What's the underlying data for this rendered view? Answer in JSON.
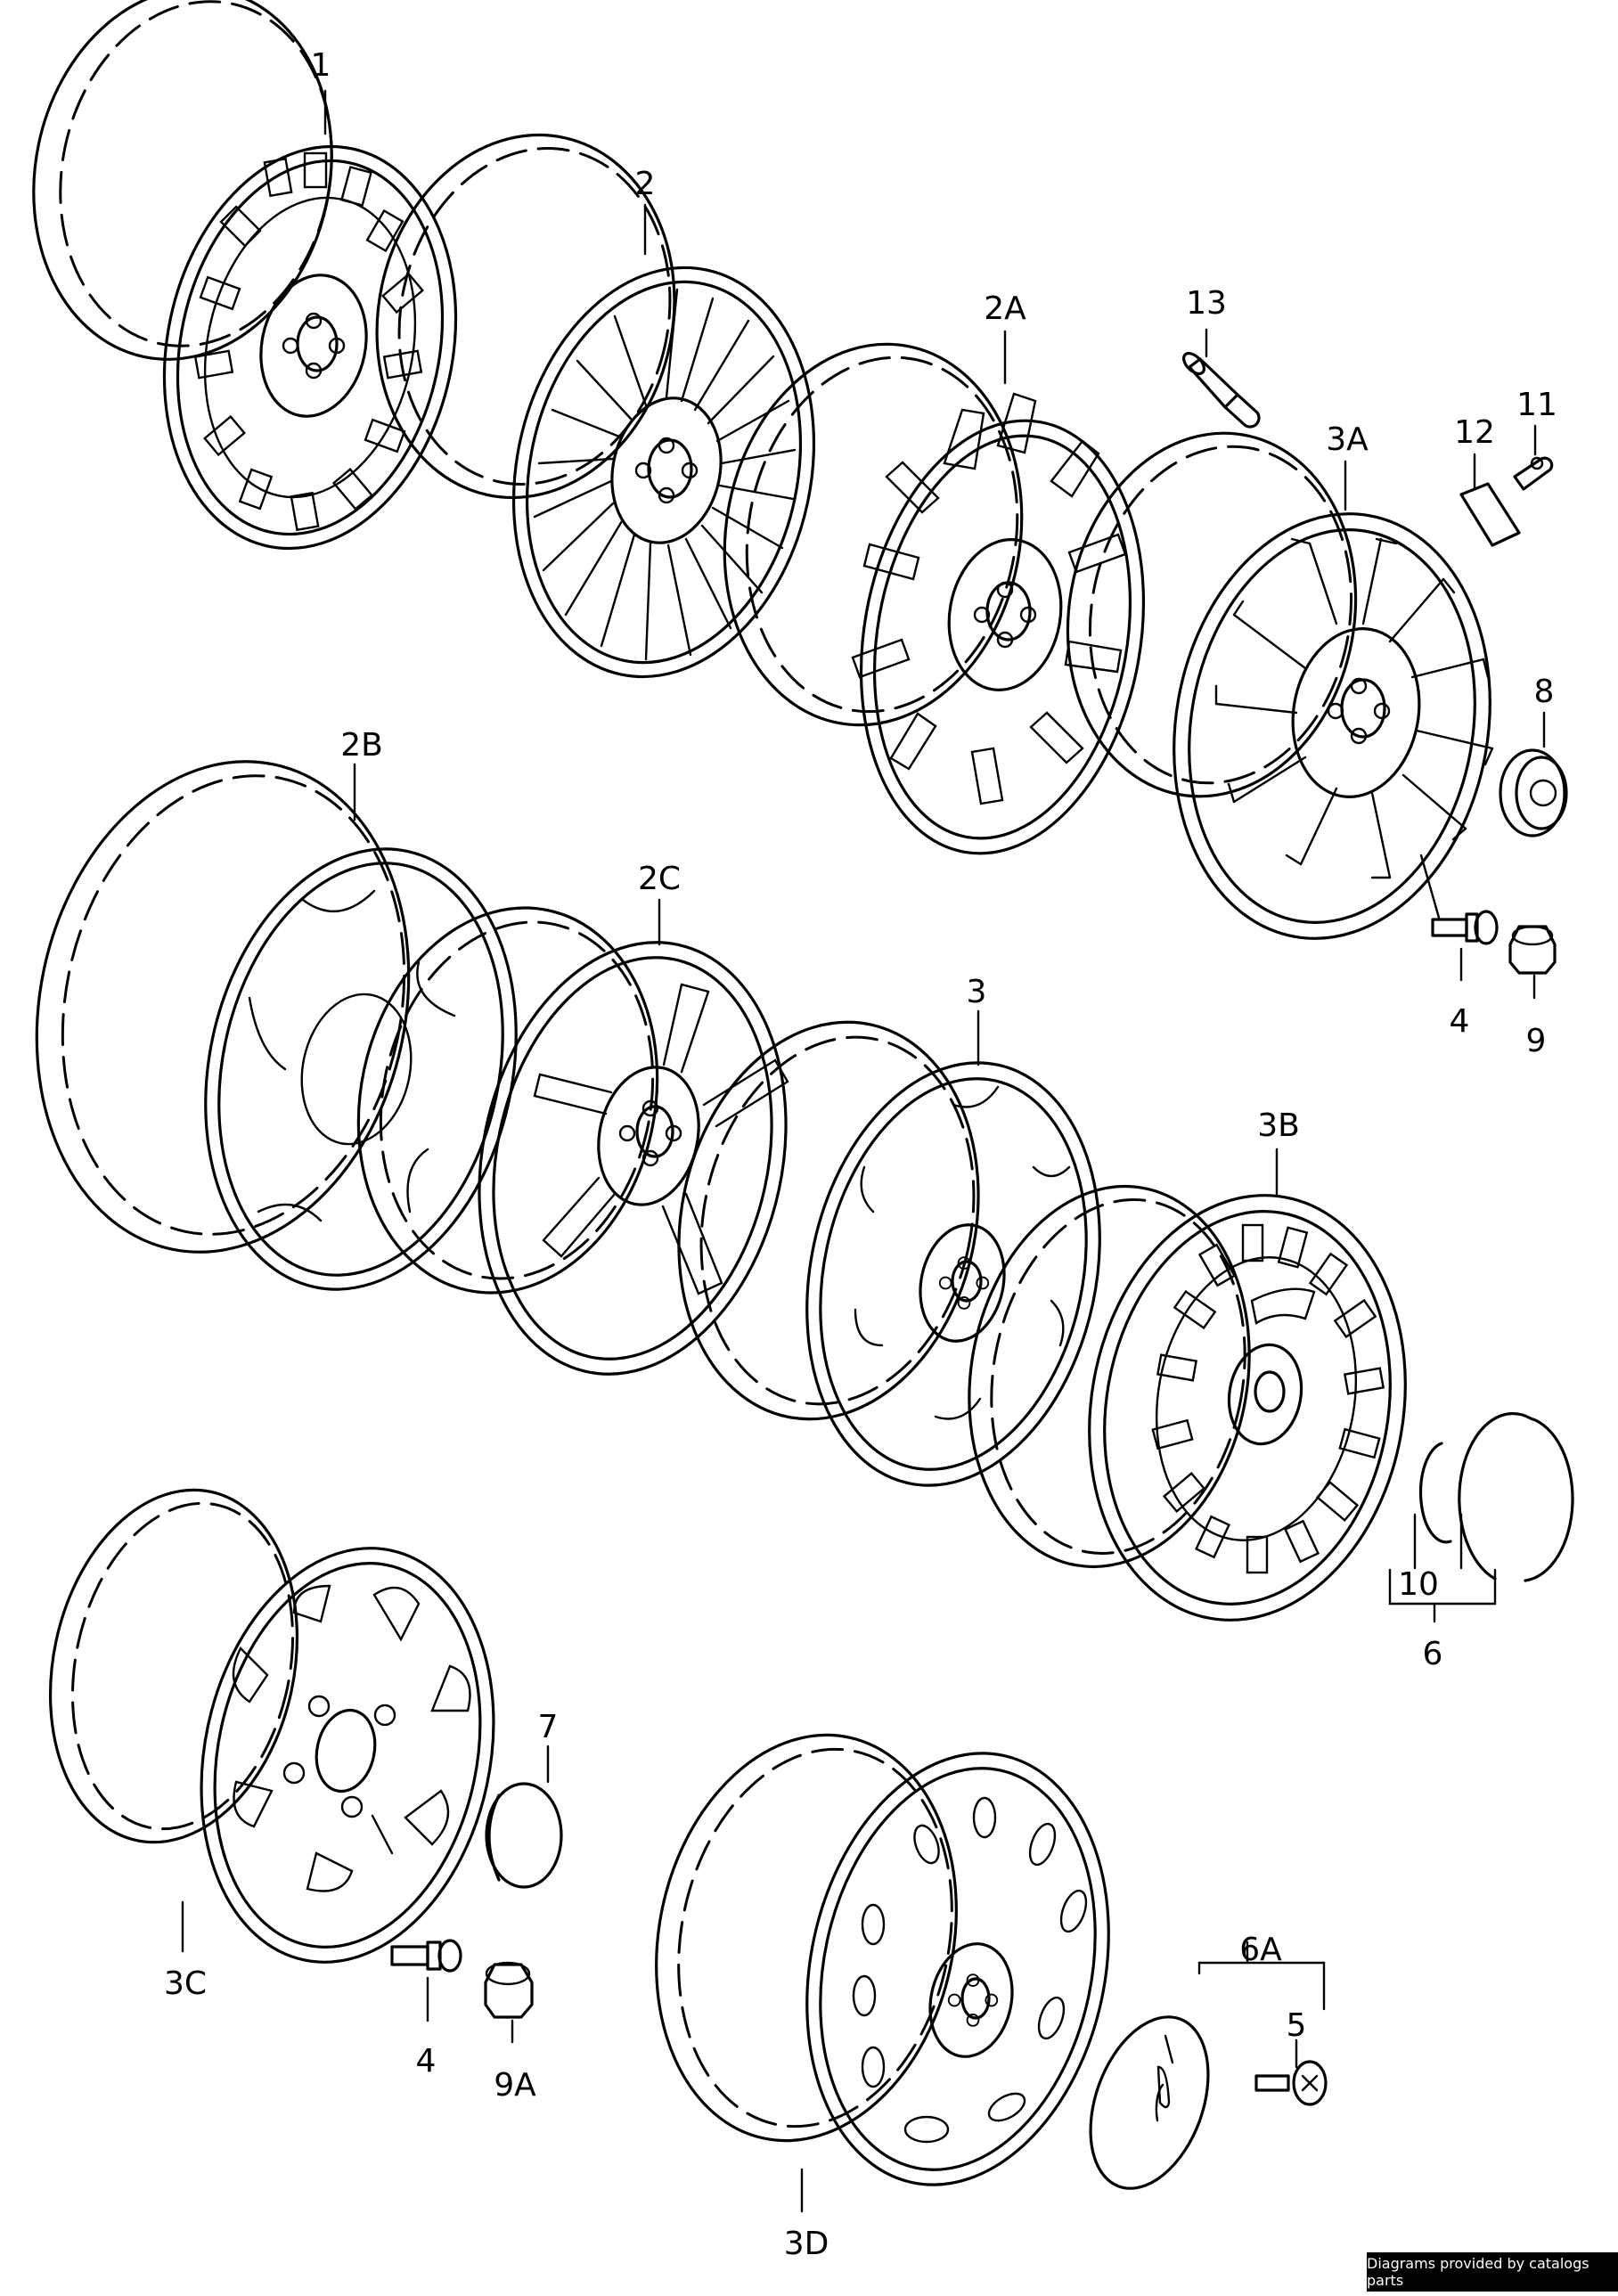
{
  "labels": {
    "l1": "1",
    "l2": "2",
    "l2A": "2A",
    "l13": "13",
    "l3A": "3A",
    "l12": "12",
    "l11": "11",
    "l8": "8",
    "l2B": "2B",
    "l2C": "2C",
    "l3": "3",
    "l3B": "3B",
    "l4a": "4",
    "l9": "9",
    "l10": "10",
    "l6": "6",
    "l7": "7",
    "l3C": "3C",
    "l4b": "4",
    "l9A": "9A",
    "l6A": "6A",
    "l5": "5",
    "l3D": "3D"
  },
  "credit": "Diagrams provided by catalogs parts"
}
